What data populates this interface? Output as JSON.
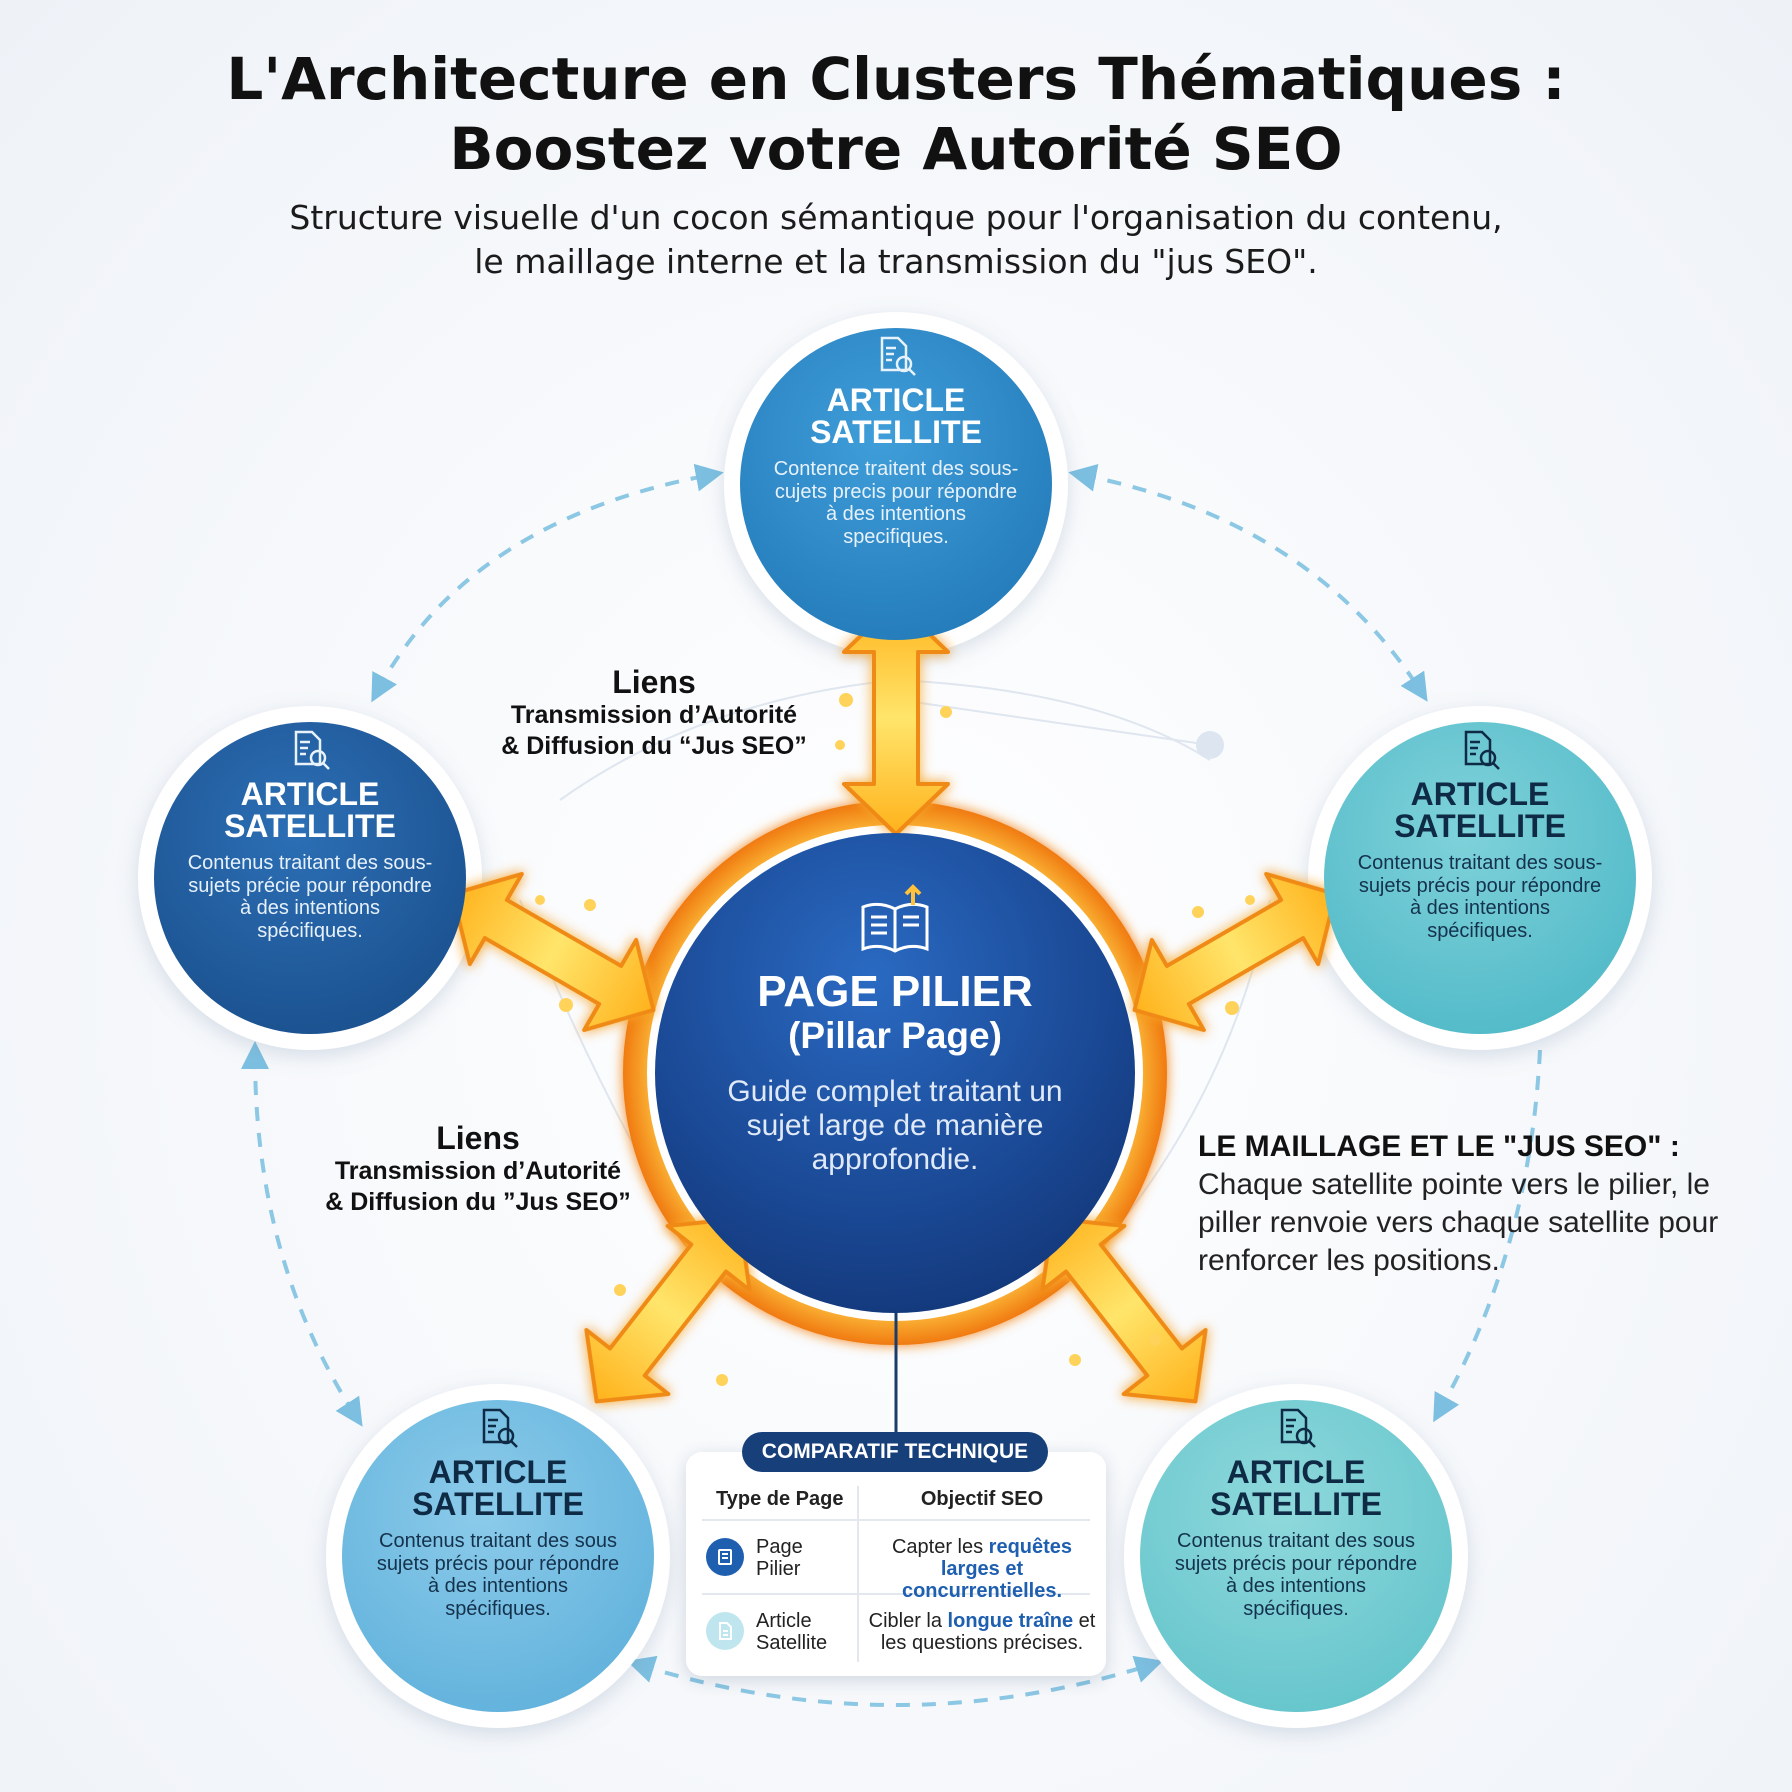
{
  "header": {
    "title_line1": "L'Architecture en Clusters Thématiques :",
    "title_line2": "Boostez votre Autorité SEO",
    "subtitle_line1": "Structure visuelle d'un cocon sémantique pour l'organisation du contenu,",
    "subtitle_line2": "le maillage interne et la transmission du \"jus SEO\"."
  },
  "pillar": {
    "title": "PAGE PILIER",
    "subtitle": "(Pillar Page)",
    "description": "Guide complet traitant un sujet large de manière approfondie.",
    "icon": "book-upload-icon"
  },
  "satellites": [
    {
      "title_line1": "ARTICLE",
      "title_line2": "SATELLITE",
      "description": "Contence traitent des sous-cujets precis pour répondre à des intentions specifiques.",
      "icon": "document-search-icon"
    },
    {
      "title_line1": "ARTICLE",
      "title_line2": "SATELLITE",
      "description": "Contenus traitant des sous-sujets précie pour répondre à des intentions spécifiques.",
      "icon": "document-search-icon"
    },
    {
      "title_line1": "ARTICLE",
      "title_line2": "SATELLITE",
      "description": "Contenus traitant des sous-sujets précis pour répondre à des intentions spécifiques.",
      "icon": "document-search-icon"
    },
    {
      "title_line1": "ARTICLE",
      "title_line2": "SATELLITE",
      "description": "Contenus traitant des sous sujets précis pour répondre à des intentions spécifiques.",
      "icon": "document-search-icon"
    },
    {
      "title_line1": "ARTICLE",
      "title_line2": "SATELLITE",
      "description": "Contenus traitant des sous sujets précis pour répondre à des intentions spécifiques.",
      "icon": "document-search-icon"
    }
  ],
  "links_labels": [
    {
      "line1": "Liens",
      "line2": "Transmission d’Autorité",
      "line3": "& Diffusion du “Jus SEO”"
    },
    {
      "line1": "Liens",
      "line2": "Transmission d’Autorité",
      "line3": "& Diffusion du ”Jus SEO”"
    }
  ],
  "maillage_note": {
    "heading": "LE MAILLAGE ET LE \"JUS SEO\" :",
    "text": "Chaque satellite pointe vers le pilier, le piller renvoie vers chaque satellite pour renforcer les positions."
  },
  "comparison_table": {
    "badge": "COMPARATIF TECHNIQUE",
    "headers": [
      "Type de Page",
      "Objectif SEO"
    ],
    "rows": [
      {
        "type_line1": "Page",
        "type_line2": "Pilier",
        "objective_pre": "Capter les ",
        "objective_highlight": "requêtes larges et concurrentielles.",
        "objective_post": "",
        "icon": "book-icon"
      },
      {
        "type_line1": "Article",
        "type_line2": "Satellite",
        "objective_pre": "Cibler la ",
        "objective_highlight": "longue traîne",
        "objective_post": " et les questions précises.",
        "icon": "document-icon"
      }
    ]
  },
  "colors": {
    "arrow_fill": "#ffc23a",
    "arrow_stroke": "#f08a12",
    "dashed_ring": "#8cc7e4",
    "pillar_ring": "#f49a1c",
    "table_badge": "#173f7a",
    "highlight_text": "#1f5fb0"
  }
}
